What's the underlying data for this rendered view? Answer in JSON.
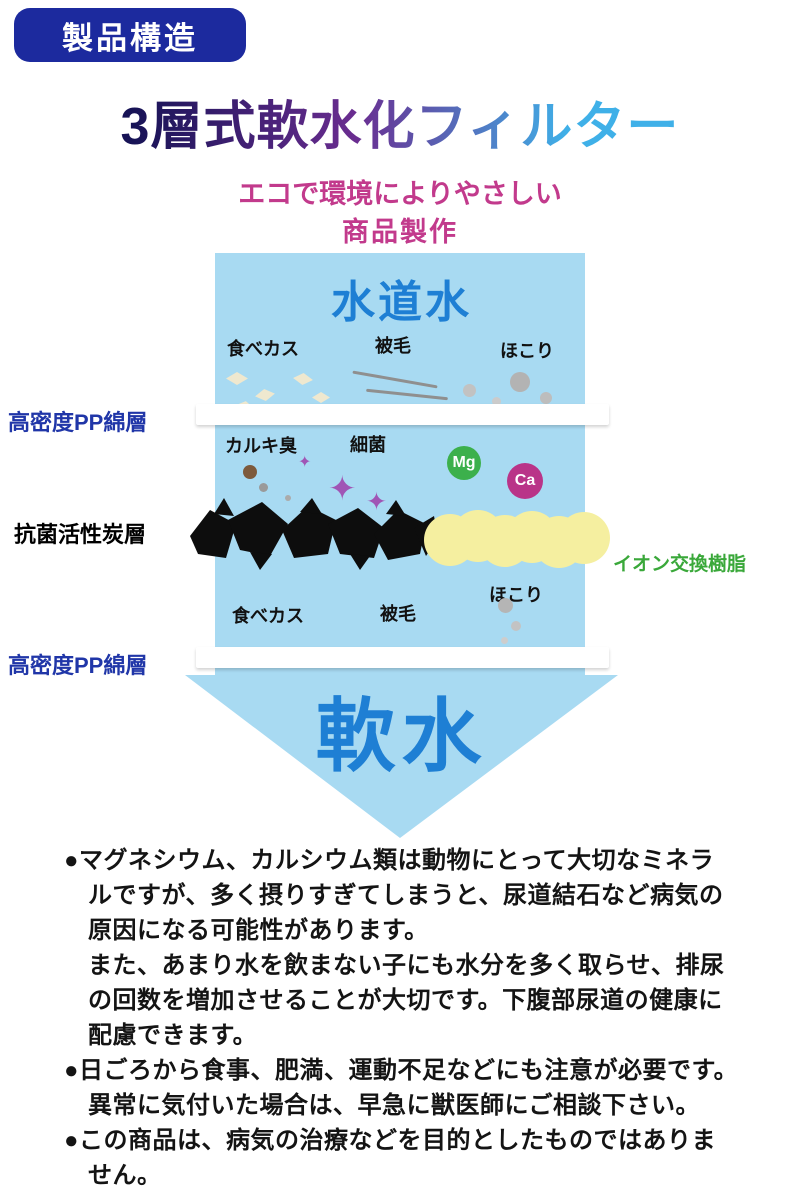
{
  "badge": {
    "label": "製品構造"
  },
  "title": "3層式軟水化フィルター",
  "subtitle": {
    "line1": "エコで環境によりやさしい",
    "line2": "商品製作"
  },
  "diagram": {
    "tap_water": "水道水",
    "soft_water": "軟水",
    "labels": {
      "food_scraps_top": "食べカス",
      "fur_top": "被毛",
      "dust_top": "ほこり",
      "chlorine": "カルキ臭",
      "bacteria": "細菌",
      "dust_mid": "ほこり",
      "food_scraps_bottom": "食べカス",
      "fur_bottom": "被毛"
    },
    "layers": {
      "pp_top": "高密度PP綿層",
      "carbon": "抗菌活性炭層",
      "pp_bottom": "高密度PP綿層",
      "resin": "イオン交換樹脂"
    },
    "minerals": {
      "mg": "Mg",
      "ca": "Ca"
    }
  },
  "icons": {
    "sparkle": "✦"
  },
  "colors": {
    "badge_blue": "#1c2a9e",
    "title_gradient_start": "#171356",
    "title_gradient_mid": "#6a2d90",
    "title_gradient_end": "#3fb0e8",
    "subtitle_pink": "#c23a8c",
    "arrow_blue": "#a8daf2",
    "water_blue": "#1e7fd4",
    "layer_label_blue": "#2036a8",
    "resin_label_green": "#3aa83a",
    "mg_green": "#3cb04c",
    "ca_magenta": "#b93488",
    "resin_yellow": "#f5efa0"
  },
  "notes": {
    "lines": [
      "●マグネシウム、カルシウム類は動物にとって大切なミネラ",
      "ルですが、多く摂りすぎてしまうと、尿道結石など病気の",
      "原因になる可能性があります。",
      "また、あまり水を飲まない子にも水分を多く取らせ、排尿",
      "の回数を増加させることが大切です。下腹部尿道の健康に",
      "配慮できます。",
      "●日ごろから食事、肥満、運動不足などにも注意が必要です。",
      "異常に気付いた場合は、早急に獣医師にご相談下さい。",
      "●この商品は、病気の治療などを目的としたものではありま",
      "せん。"
    ]
  }
}
